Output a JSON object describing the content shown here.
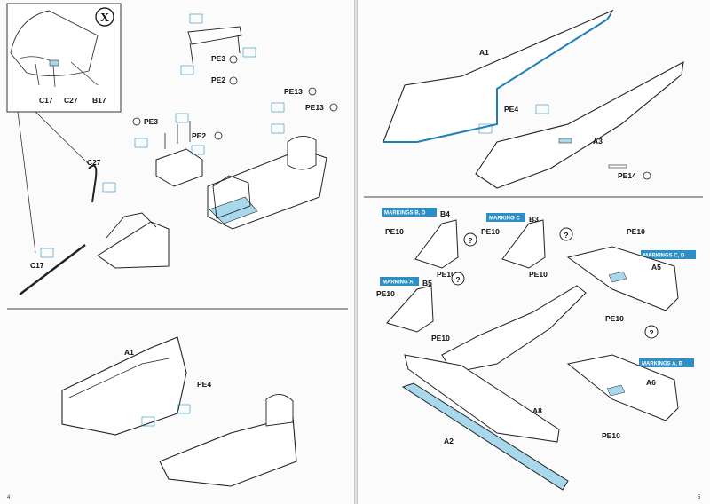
{
  "left_page": {
    "page_number": "4",
    "callout_symbol": "X",
    "callout_labels": [
      "C17",
      "C27",
      "B17"
    ],
    "labels": {
      "pe3_top": "PE3",
      "pe2_top": "PE2",
      "pe13_a": "PE13",
      "pe13_b": "PE13",
      "pe3_mid": "PE3",
      "pe2_mid": "PE2",
      "c27": "C27",
      "c17": "C17",
      "a1": "A1",
      "pe4": "PE4"
    }
  },
  "right_page": {
    "page_number": "5",
    "labels": {
      "a1": "A1",
      "pe4": "PE4",
      "a3": "A3",
      "pe14": "PE14",
      "b4": "B4",
      "b3": "B3",
      "pe10_1": "PE10",
      "pe10_2": "PE10",
      "pe10_3": "PE10",
      "pe10_4": "PE10",
      "pe10_5": "PE10",
      "pe10_6": "PE10",
      "pe10_7": "PE10",
      "pe10_8": "PE10",
      "pe10_9": "PE10",
      "b5": "B5",
      "a5": "A5",
      "a6": "A6",
      "a8": "A8",
      "a2": "A2"
    },
    "markings": {
      "bd": "MARKINGS B, D",
      "c": "MARKING C",
      "a": "MARKING A",
      "cd": "MARKINGS C, D",
      "ab": "MARKINGS A, B"
    },
    "question_mark": "?"
  },
  "colors": {
    "paint_blue": "#a8d8ec",
    "callout_blue": "#2e8fc5",
    "line": "#222222"
  }
}
